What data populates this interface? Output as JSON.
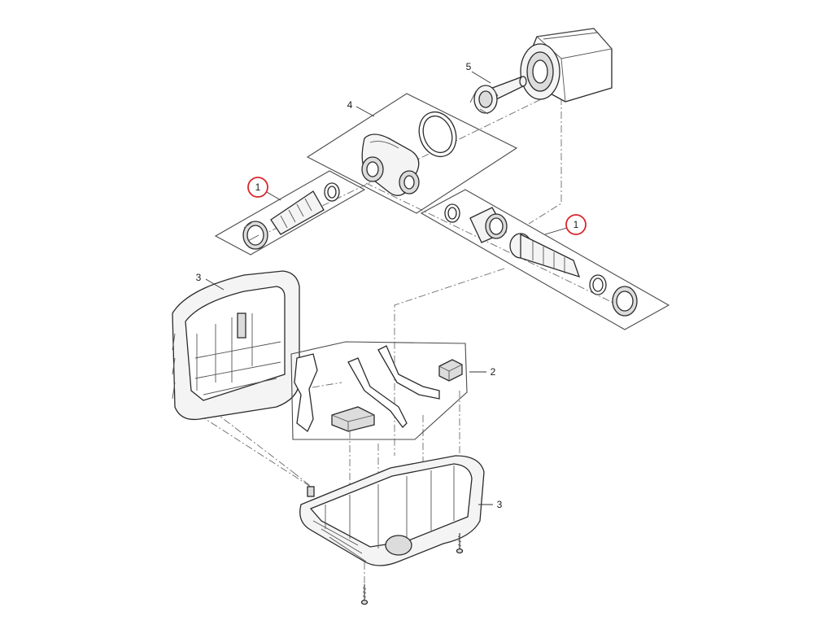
{
  "callouts": [
    {
      "id": "callout-1-left",
      "text": "1",
      "highlighted": true
    },
    {
      "id": "callout-1-right",
      "text": "1",
      "highlighted": true
    },
    {
      "id": "callout-2",
      "text": "2",
      "highlighted": false
    },
    {
      "id": "callout-3-top",
      "text": "3",
      "highlighted": false
    },
    {
      "id": "callout-3-bottom",
      "text": "3",
      "highlighted": false
    },
    {
      "id": "callout-4",
      "text": "4",
      "highlighted": false
    },
    {
      "id": "callout-5",
      "text": "5",
      "highlighted": false
    }
  ],
  "colors": {
    "highlight": "#d9262c",
    "line": "#2b2b2b",
    "fill": "#f4f4f4",
    "background": "#ffffff"
  }
}
